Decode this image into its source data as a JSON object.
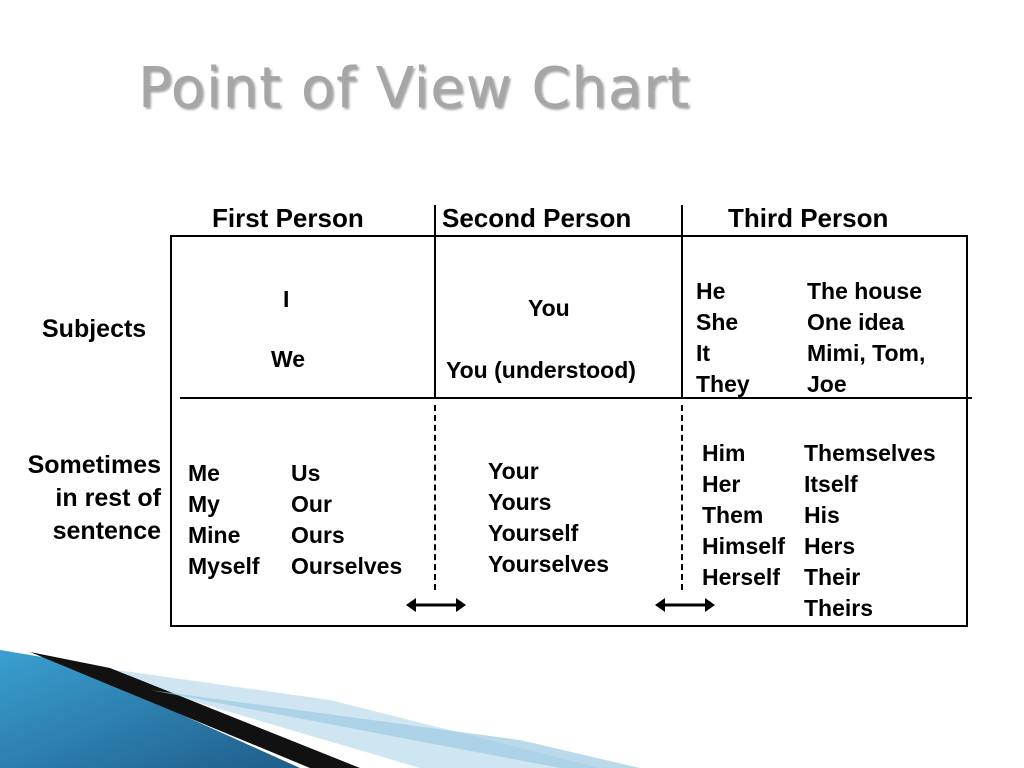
{
  "title": "Point of View Chart",
  "columns": [
    "First Person",
    "Second Person",
    "Third Person"
  ],
  "rows": [
    "Subjects",
    "Sometimes in rest of sentence"
  ],
  "row_labels": {
    "subjects": "Subjects",
    "sometimes_lines": [
      "Sometimes",
      "in rest of",
      "sentence"
    ]
  },
  "subjects": {
    "first": [
      "I",
      "We"
    ],
    "second": [
      "You",
      "You (understood)"
    ],
    "third_pronouns": [
      "He",
      "She",
      "It",
      "They"
    ],
    "third_examples": [
      "The house",
      "One idea",
      "Mimi, Tom,",
      "Joe"
    ]
  },
  "sometimes": {
    "first_singular": [
      "Me",
      "My",
      "Mine",
      "Myself"
    ],
    "first_plural": [
      "Us",
      "Our",
      "Ours",
      "Ourselves"
    ],
    "second": [
      "Your",
      "Yours",
      "Yourself",
      "Yourselves"
    ],
    "third_a": [
      "Him",
      "Her",
      "Them",
      "Himself",
      "Herself"
    ],
    "third_b": [
      "Themselves",
      "Itself",
      "His",
      "Hers",
      "Their",
      "Theirs"
    ]
  },
  "colors": {
    "title": "#a6a6a6",
    "stripe_dark": "#1f5d8c",
    "stripe_light": "#3aa0d0"
  }
}
